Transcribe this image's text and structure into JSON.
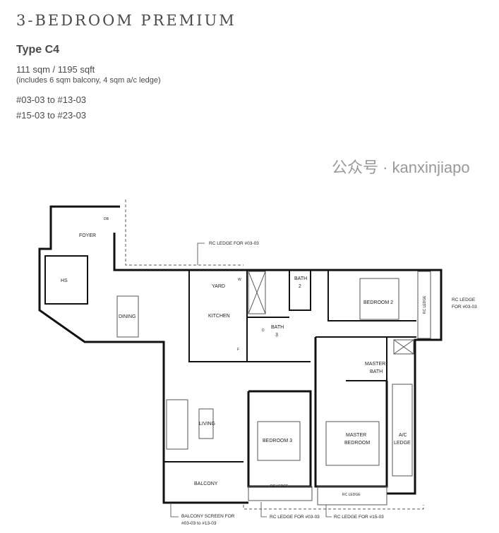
{
  "header": {
    "title": "3-BEDROOM PREMIUM",
    "type": "Type C4",
    "area": "111 sqm / 1195 sqft",
    "area_note": "(includes 6 sqm balcony, 4 sqm a/c ledge)",
    "units": [
      "#03-03 to #13-03",
      "#15-03 to #23-03"
    ]
  },
  "rooms": {
    "foyer": "FOYER",
    "db": "DB",
    "hs": "HS",
    "dining": "DINING",
    "yard": "YARD",
    "kitchen": "KITCHEN",
    "w": "W",
    "d": "D",
    "f": "F",
    "bath2": [
      "BATH",
      "2"
    ],
    "bath3": [
      "BATH",
      "3"
    ],
    "bedroom2": "BEDROOM 2",
    "master_bath": [
      "MASTER",
      "BATH"
    ],
    "living": "LIVING",
    "bedroom3": "BEDROOM 3",
    "master_bedroom": [
      "MASTER",
      "BEDROOM"
    ],
    "ac_ledge": [
      "A/C",
      "LEDGE"
    ],
    "balcony": "BALCONY",
    "rc_ledge": "RC LEDGE",
    "rc_ledge_vert": "RC LEDGE"
  },
  "annotations": {
    "rc_ledge_top": "RC LEDGE FOR #03-03",
    "rc_ledge_right": [
      "RC LEDGE",
      "FOR #03-03"
    ],
    "balcony_screen": [
      "BALCONY SCREEN FOR",
      "#03-03 to #13-03"
    ],
    "rc_ledge_0303": "RC LEDGE FOR #03-03",
    "rc_ledge_1503": "RC LEDGE FOR #15-03"
  },
  "watermark": "公众号 · kanxinjiapo"
}
